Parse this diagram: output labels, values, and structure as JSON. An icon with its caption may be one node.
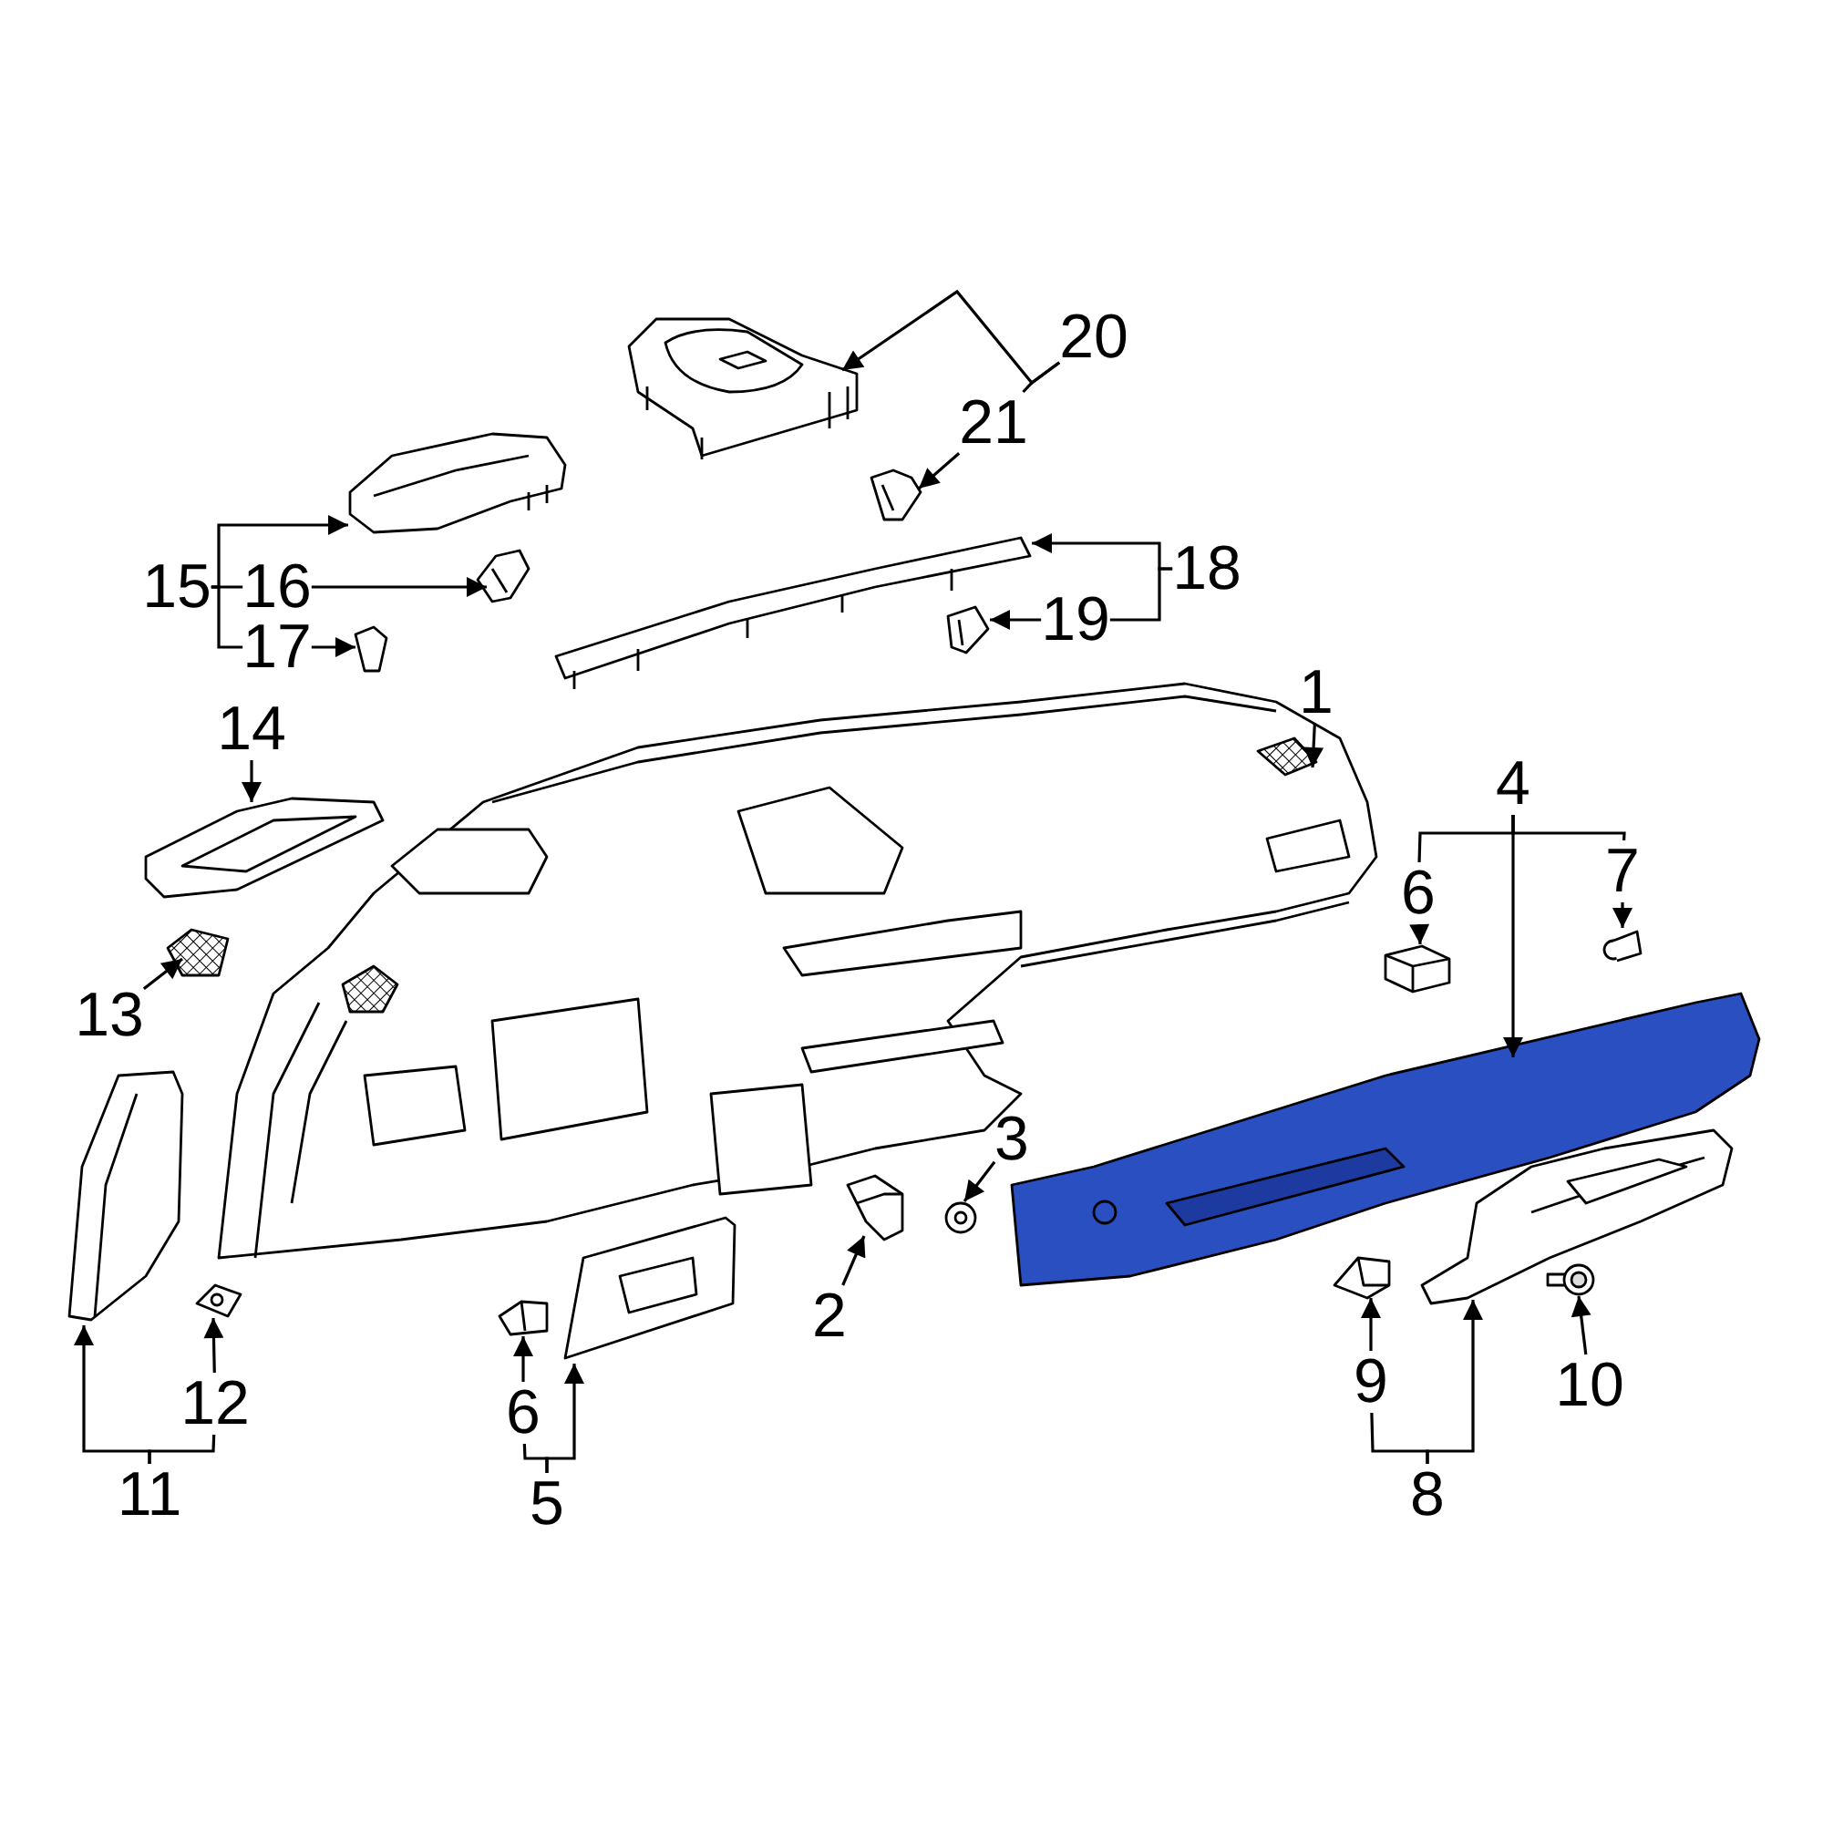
{
  "diagram": {
    "nodes": [
      {
        "text": [
          "20"
        ]
      },
      {
        "text": [
          "21"
        ]
      },
      {
        "text": [
          "15"
        ]
      },
      {
        "text": [
          "16"
        ]
      },
      {
        "text": [
          "18"
        ]
      },
      {
        "text": [
          "17"
        ]
      },
      {
        "text": [
          "19"
        ]
      },
      {
        "text": [
          "1"
        ]
      },
      {
        "text": [
          "14"
        ]
      },
      {
        "text": [
          "4"
        ]
      },
      {
        "text": [
          "7"
        ]
      },
      {
        "text": [
          "6"
        ]
      },
      {
        "text": [
          "13"
        ]
      },
      {
        "text": [
          "3"
        ]
      },
      {
        "text": [
          "2"
        ]
      },
      {
        "text": [
          "10"
        ]
      },
      {
        "text": [
          "9"
        ]
      },
      {
        "text": [
          "6"
        ]
      },
      {
        "text": [
          "12"
        ]
      },
      {
        "text": [
          "8"
        ]
      },
      {
        "text": [
          "5"
        ]
      },
      {
        "text": [
          "11"
        ]
      },
      {
        "text": [],
        "shape": "picture"
      },
      {
        "text": [],
        "shape": "picture"
      },
      {
        "text": [],
        "shape": "picture"
      },
      {
        "text": [],
        "shape": "picture"
      },
      {
        "text": [],
        "shape": "picture"
      },
      {
        "text": [],
        "shape": "picture"
      },
      {
        "text": [],
        "shape": "picture"
      },
      {
        "text": [],
        "shape": "picture"
      },
      {
        "text": [],
        "shape": "picture"
      },
      {
        "text": [],
        "shape": "picture"
      },
      {
        "text": [],
        "shape": "picture"
      },
      {
        "text": [],
        "shape": "picture"
      },
      {
        "text": [],
        "shape": "picture"
      },
      {
        "text": [],
        "shape": "picture"
      },
      {
        "text": [],
        "shape": "picture"
      },
      {
        "text": [],
        "shape": "picture"
      },
      {
        "text": [],
        "shape": "picture"
      },
      {
        "text": [],
        "shape": "picture"
      },
      {
        "text": [],
        "shape": "picture"
      },
      {
        "text": [],
        "shape": "picture"
      },
      {
        "text": [],
        "shape": "picture"
      },
      {
        "text": [],
        "shape": "picture"
      }
    ],
    "edges": [
      {
        "from": 0,
        "to": 22,
        "arrow": "to"
      },
      {
        "from": 0,
        "to": 1,
        "arrow": "none"
      },
      {
        "from": 1,
        "to": 23,
        "arrow": "to"
      },
      {
        "from": 2,
        "to": 24,
        "arrow": "to"
      },
      {
        "from": 2,
        "to": 3,
        "arrow": "none"
      },
      {
        "from": 2,
        "to": 5,
        "arrow": "none"
      },
      {
        "from": 3,
        "to": 25,
        "arrow": "to"
      },
      {
        "from": 5,
        "to": 27,
        "arrow": "to"
      },
      {
        "from": 4,
        "to": 26,
        "arrow": "to"
      },
      {
        "from": 4,
        "to": 6,
        "arrow": "none"
      },
      {
        "from": 6,
        "to": 28,
        "arrow": "to"
      },
      {
        "from": 7,
        "to": 29,
        "arrow": "to"
      },
      {
        "from": 8,
        "to": 30,
        "arrow": "to"
      },
      {
        "from": 9,
        "to": 33,
        "arrow": "to"
      },
      {
        "from": 9,
        "to": 11,
        "arrow": "none"
      },
      {
        "from": 9,
        "to": 10,
        "arrow": "none"
      },
      {
        "from": 11,
        "to": 32,
        "arrow": "to"
      },
      {
        "from": 10,
        "to": 31,
        "arrow": "to"
      },
      {
        "from": 12,
        "to": 34,
        "arrow": "to"
      },
      {
        "from": 13,
        "to": 35,
        "arrow": "to"
      },
      {
        "from": 14,
        "to": 36,
        "arrow": "to"
      },
      {
        "from": 15,
        "to": 39,
        "arrow": "to"
      },
      {
        "from": 16,
        "to": 38,
        "arrow": "to"
      },
      {
        "from": 17,
        "to": 40,
        "arrow": "to"
      },
      {
        "from": 18,
        "to": 43,
        "arrow": "to"
      },
      {
        "from": 19,
        "to": 16,
        "arrow": "none"
      },
      {
        "from": 19,
        "to": 37,
        "arrow": "to"
      },
      {
        "from": 20,
        "to": 17,
        "arrow": "none"
      },
      {
        "from": 20,
        "to": 41,
        "arrow": "to"
      },
      {
        "from": 21,
        "to": 42,
        "arrow": "to"
      },
      {
        "from": 21,
        "to": 18,
        "arrow": "none"
      }
    ]
  }
}
